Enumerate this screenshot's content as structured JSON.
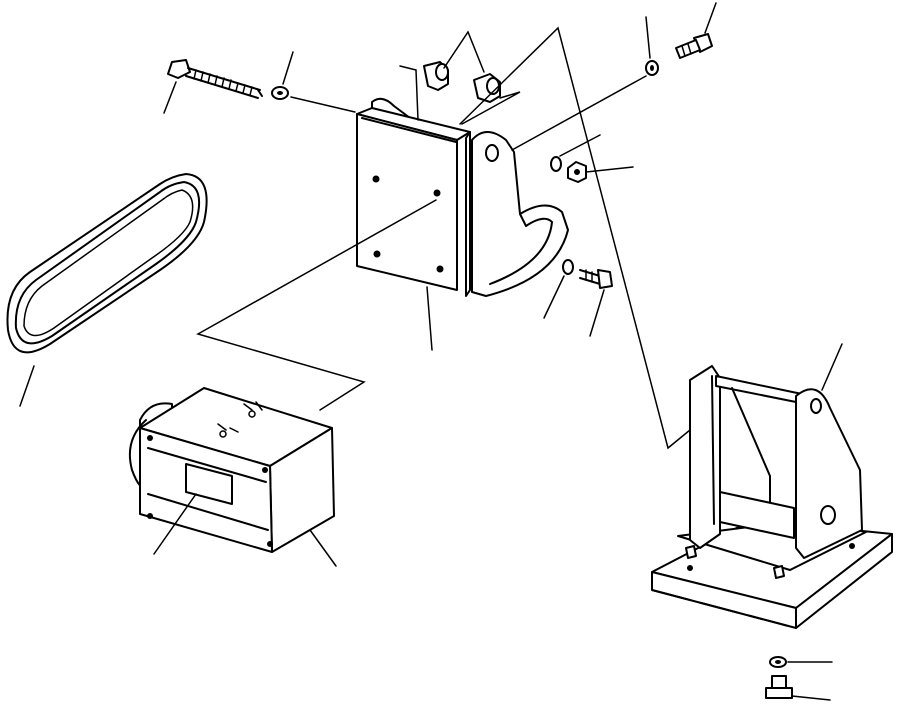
{
  "figure": {
    "kind": "exploded parts diagram",
    "labels_printed": false
  },
  "parts": [
    {
      "id": "long-bolt",
      "icon": "bolt-icon"
    },
    {
      "id": "washer-left",
      "icon": "washer-icon"
    },
    {
      "id": "mounting-bracket",
      "icon": "bracket-icon"
    },
    {
      "id": "bushing-pair",
      "icon": "bushing-icon"
    },
    {
      "id": "washer-top-right",
      "icon": "washer-icon"
    },
    {
      "id": "bolt-top-right",
      "icon": "bolt-icon"
    },
    {
      "id": "washer-mid",
      "icon": "washer-icon"
    },
    {
      "id": "nut",
      "icon": "nut-icon"
    },
    {
      "id": "washer-lower",
      "icon": "washer-icon"
    },
    {
      "id": "bolt-lower",
      "icon": "bolt-icon"
    },
    {
      "id": "drive-belt",
      "icon": "belt-icon"
    },
    {
      "id": "compressor",
      "icon": "compressor-icon"
    },
    {
      "id": "nameplate",
      "icon": "label-plate-icon"
    },
    {
      "id": "base-stand",
      "icon": "stand-icon"
    },
    {
      "id": "base-washer",
      "icon": "washer-icon"
    },
    {
      "id": "base-bolt",
      "icon": "bolt-icon"
    }
  ]
}
